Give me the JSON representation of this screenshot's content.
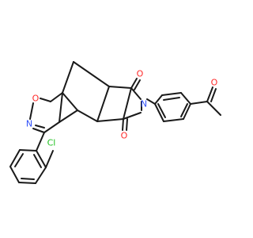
{
  "molecule": {
    "atoms": {
      "oxygen_ring": {
        "text": "O",
        "color": "#ff2a2a"
      },
      "nitrogen_ring": {
        "text": "N",
        "color": "#3050f8"
      },
      "nitrogen_imide": {
        "text": "N",
        "color": "#3050f8"
      },
      "oxygen_imide_top": {
        "text": "O",
        "color": "#ff2a2a"
      },
      "oxygen_imide_bottom": {
        "text": "O",
        "color": "#ff2a2a"
      },
      "oxygen_acetyl": {
        "text": "O",
        "color": "#ff2a2a"
      },
      "chlorine": {
        "text": "Cl",
        "color": "#1fc01f"
      }
    },
    "bond_color": "#1a1a1a"
  }
}
